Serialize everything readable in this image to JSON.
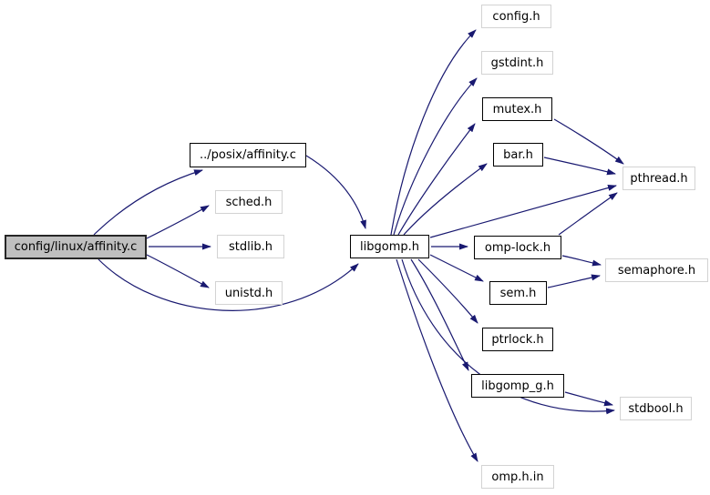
{
  "diagram": {
    "kind": "include-dependency-graph",
    "background_color": "#ffffff",
    "edge_color": "#191970",
    "main_node_fill": "#bfbfbf",
    "documented_border_color": "#000000",
    "undocumented_border_color": "#d3d3d3",
    "nodes": [
      {
        "id": "main",
        "label": "config/linux/affinity.c",
        "role": "root-file"
      },
      {
        "id": "posix-affinity",
        "label": "../posix/affinity.c",
        "role": "documented-file"
      },
      {
        "id": "sched",
        "label": "sched.h",
        "role": "system-header"
      },
      {
        "id": "stdlib",
        "label": "stdlib.h",
        "role": "system-header"
      },
      {
        "id": "unistd",
        "label": "unistd.h",
        "role": "system-header"
      },
      {
        "id": "libgomp",
        "label": "libgomp.h",
        "role": "documented-file"
      },
      {
        "id": "config",
        "label": "config.h",
        "role": "system-header"
      },
      {
        "id": "gstdint",
        "label": "gstdint.h",
        "role": "system-header"
      },
      {
        "id": "mutex",
        "label": "mutex.h",
        "role": "documented-file"
      },
      {
        "id": "bar",
        "label": "bar.h",
        "role": "documented-file"
      },
      {
        "id": "pthread",
        "label": "pthread.h",
        "role": "system-header"
      },
      {
        "id": "omp-lock",
        "label": "omp-lock.h",
        "role": "documented-file"
      },
      {
        "id": "semaphore",
        "label": "semaphore.h",
        "role": "system-header"
      },
      {
        "id": "sem",
        "label": "sem.h",
        "role": "documented-file"
      },
      {
        "id": "ptrlock",
        "label": "ptrlock.h",
        "role": "documented-file"
      },
      {
        "id": "libgomp-g",
        "label": "libgomp_g.h",
        "role": "documented-file"
      },
      {
        "id": "stdbool",
        "label": "stdbool.h",
        "role": "system-header"
      },
      {
        "id": "omp-h-in",
        "label": "omp.h.in",
        "role": "system-header"
      }
    ],
    "edges": [
      {
        "from": "config/linux/affinity.c",
        "to": "../posix/affinity.c"
      },
      {
        "from": "config/linux/affinity.c",
        "to": "sched.h"
      },
      {
        "from": "config/linux/affinity.c",
        "to": "stdlib.h"
      },
      {
        "from": "config/linux/affinity.c",
        "to": "unistd.h"
      },
      {
        "from": "config/linux/affinity.c",
        "to": "libgomp.h"
      },
      {
        "from": "../posix/affinity.c",
        "to": "libgomp.h"
      },
      {
        "from": "libgomp.h",
        "to": "config.h"
      },
      {
        "from": "libgomp.h",
        "to": "gstdint.h"
      },
      {
        "from": "libgomp.h",
        "to": "mutex.h"
      },
      {
        "from": "libgomp.h",
        "to": "bar.h"
      },
      {
        "from": "libgomp.h",
        "to": "pthread.h"
      },
      {
        "from": "libgomp.h",
        "to": "omp-lock.h"
      },
      {
        "from": "libgomp.h",
        "to": "sem.h"
      },
      {
        "from": "libgomp.h",
        "to": "ptrlock.h"
      },
      {
        "from": "libgomp.h",
        "to": "libgomp_g.h"
      },
      {
        "from": "libgomp.h",
        "to": "stdbool.h"
      },
      {
        "from": "libgomp.h",
        "to": "omp.h.in"
      },
      {
        "from": "mutex.h",
        "to": "pthread.h"
      },
      {
        "from": "bar.h",
        "to": "pthread.h"
      },
      {
        "from": "omp-lock.h",
        "to": "pthread.h"
      },
      {
        "from": "omp-lock.h",
        "to": "semaphore.h"
      },
      {
        "from": "sem.h",
        "to": "semaphore.h"
      },
      {
        "from": "libgomp_g.h",
        "to": "stdbool.h"
      }
    ]
  }
}
